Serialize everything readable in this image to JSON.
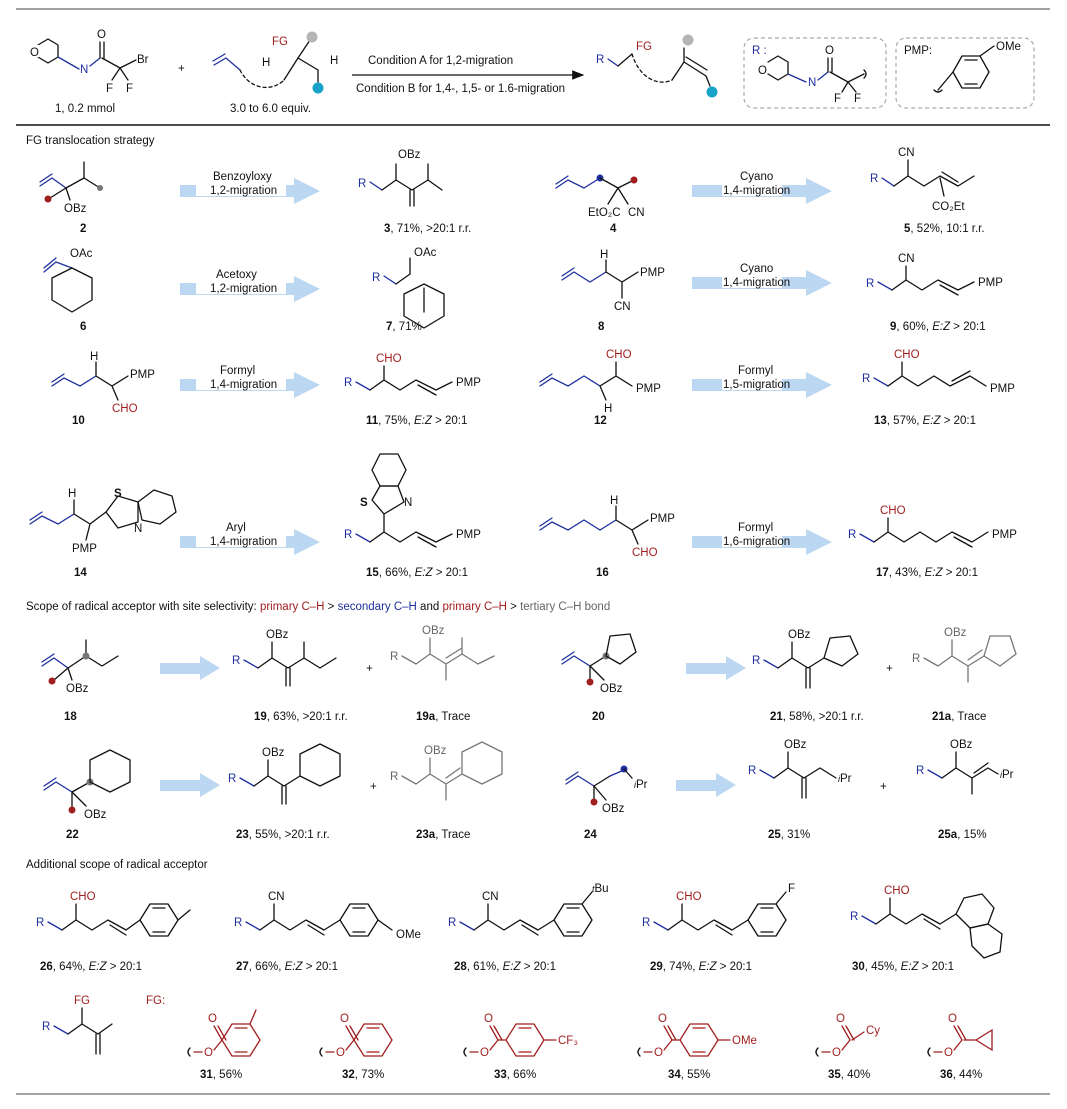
{
  "header": {
    "reagent1_label": "1, 0.2 mmol",
    "reagent1_atoms": {
      "O": "O",
      "N": "N",
      "Br": "Br",
      "F1": "F",
      "F2": "F",
      "Oc": "O"
    },
    "plus": "+",
    "reagent2_label": "3.0 to 6.0 equiv.",
    "reagent2_atoms": {
      "FG": "FG",
      "H1": "H",
      "H2": "H"
    },
    "condition_a": "Condition A for 1,2-migration",
    "condition_b": "Condition B for 1,4-, 1,5- or 1.6-migration",
    "product_atoms": {
      "R": "R",
      "FG": "FG"
    },
    "r_box_title": "R :",
    "r_box_atoms": {
      "O": "O",
      "N": "N",
      "Oc": "O",
      "F1": "F",
      "F2": "F"
    },
    "pmp_box_title": "PMP:",
    "pmp_box_atoms": {
      "OMe": "OMe"
    }
  },
  "sections": {
    "fg_translocation": "FG translocation strategy",
    "scope_prefix": "Scope of radical acceptor with site selectivity: ",
    "scope_primary1": "primary C–H",
    "scope_gt1": " > ",
    "scope_secondary": "secondary C–H",
    "scope_and": " and ",
    "scope_primary2": "primary C–H",
    "scope_gt2": " > ",
    "scope_tertiary": "tertiary C–H bond",
    "additional": "Additional scope of radical acceptor"
  },
  "arrows": [
    {
      "line1": "Benzoyloxy",
      "line2": "1,2-migration"
    },
    {
      "line1": "Cyano",
      "line2": "1,4-migration"
    },
    {
      "line1": "Acetoxy",
      "line2": "1,2-migration"
    },
    {
      "line1": "Cyano",
      "line2": "1,4-migration"
    },
    {
      "line1": "Formyl",
      "line2": "1,4-migration"
    },
    {
      "line1": "Formyl",
      "line2": "1,5-migration"
    },
    {
      "line1": "Aryl",
      "line2": "1,4-migration"
    },
    {
      "line1": "Formyl",
      "line2": "1,6-migration"
    }
  ],
  "compounds": {
    "c2": "2",
    "c3": {
      "num": "3",
      "text": ", 71%, >20:1 r.r."
    },
    "c4": "4",
    "c5": {
      "num": "5",
      "text": ", 52%, 10:1 r.r."
    },
    "c6": "6",
    "c7": {
      "num": "7",
      "text": ", 71%"
    },
    "c8": "8",
    "c9": {
      "num": "9",
      "text": ", 60%, ",
      "ez": "E:Z",
      "tail": " > 20:1"
    },
    "c10": "10",
    "c11": {
      "num": "11",
      "text": ", 75%, ",
      "ez": "E:Z",
      "tail": " > 20:1"
    },
    "c12": "12",
    "c13": {
      "num": "13",
      "text": ", 57%, ",
      "ez": "E:Z",
      "tail": " > 20:1"
    },
    "c14": "14",
    "c15": {
      "num": "15",
      "text": ", 66%, ",
      "ez": "E:Z",
      "tail": " > 20:1"
    },
    "c16": "16",
    "c17": {
      "num": "17",
      "text": ", 43%, ",
      "ez": "E:Z",
      "tail": " > 20:1"
    },
    "c18": "18",
    "c19": {
      "num": "19",
      "text": ", 63%, >20:1 r.r."
    },
    "c19a": {
      "num": "19a",
      "text": ", Trace"
    },
    "c20": "20",
    "c21": {
      "num": "21",
      "text": ", 58%, >20:1 r.r."
    },
    "c21a": {
      "num": "21a",
      "text": ", Trace"
    },
    "c22": "22",
    "c23": {
      "num": "23",
      "text": ", 55%, >20:1 r.r."
    },
    "c23a": {
      "num": "23a",
      "text": ", Trace"
    },
    "c24": "24",
    "c25": {
      "num": "25",
      "text": ", 31%"
    },
    "c25a": {
      "num": "25a",
      "text": ", 15%"
    },
    "c26": {
      "num": "26",
      "text": ", 64%, ",
      "ez": "E:Z",
      "tail": " > 20:1"
    },
    "c27": {
      "num": "27",
      "text": ", 66%, ",
      "ez": "E:Z",
      "tail": " > 20:1"
    },
    "c28": {
      "num": "28",
      "text": ", 61%, ",
      "ez": "E:Z",
      "tail": " > 20:1"
    },
    "c29": {
      "num": "29",
      "text": ", 74%, ",
      "ez": "E:Z",
      "tail": " > 20:1"
    },
    "c30": {
      "num": "30",
      "text": ", 45%, ",
      "ez": "E:Z",
      "tail": " > 20:1"
    },
    "c31": {
      "num": "31",
      "text": ", 56%"
    },
    "c32": {
      "num": "32",
      "text": ", 73%"
    },
    "c33": {
      "num": "33",
      "text": ", 66%"
    },
    "c34": {
      "num": "34",
      "text": ", 55%"
    },
    "c35": {
      "num": "35",
      "text": ", 40%"
    },
    "c36": {
      "num": "36",
      "text": ", 44%"
    }
  },
  "atoms": {
    "OBz": "OBz",
    "OAc": "OAc",
    "CN": "CN",
    "CHO": "CHO",
    "PMP": "PMP",
    "CO2Et": "CO₂Et",
    "EtO2C": "EtO₂C",
    "H": "H",
    "R": "R",
    "S": "S",
    "N": "N",
    "iPr": "Pr",
    "i": "i",
    "tBu": "Bu",
    "t": "t",
    "OMe": "OMe",
    "F": "F",
    "CF3": "CF₃",
    "Cy": "Cy",
    "O": "O",
    "FG": "FG",
    "FG_colon": "FG:"
  },
  "colors": {
    "fg_red": "#a11f1f",
    "r_blue": "#1f2f9f",
    "arrow_blue": "#bcd7f1",
    "gray": "#666666"
  }
}
